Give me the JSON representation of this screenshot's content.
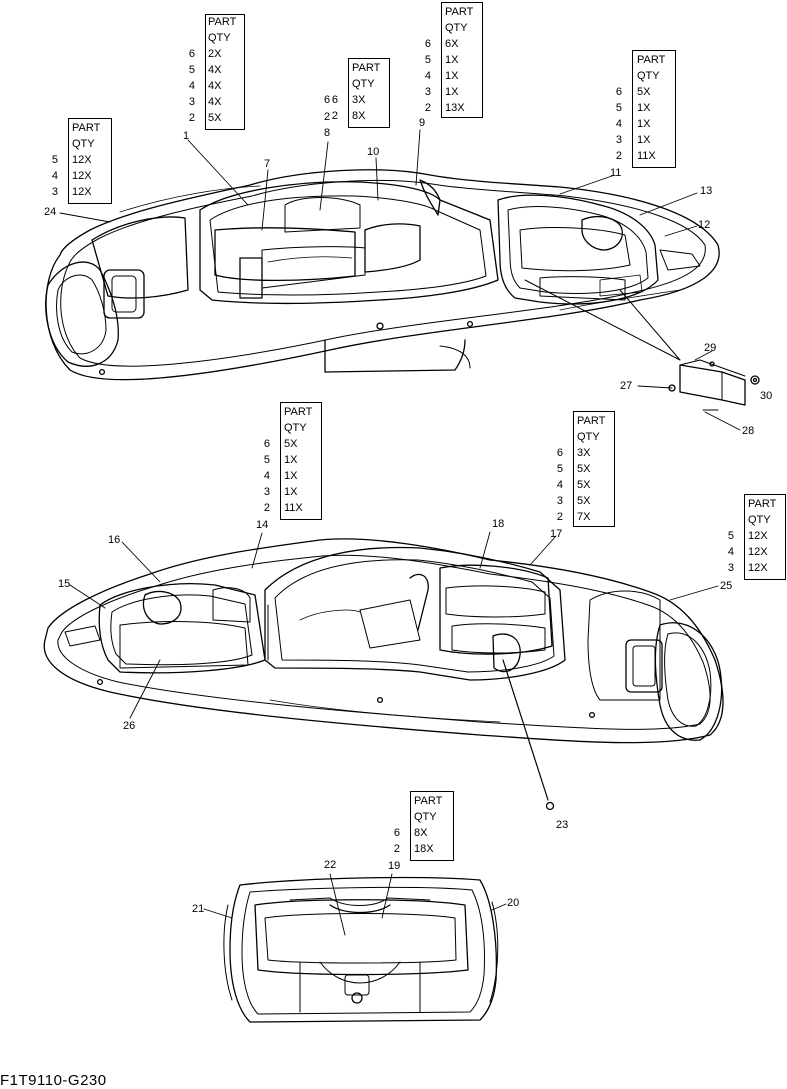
{
  "qty_tables": [
    {
      "header": [
        "PART",
        "QTY"
      ],
      "rows": [
        {
          "part": "6",
          "qty": "2X"
        },
        {
          "part": "5",
          "qty": "4X"
        },
        {
          "part": "4",
          "qty": "4X"
        },
        {
          "part": "3",
          "qty": "4X"
        },
        {
          "part": "2",
          "qty": "5X"
        }
      ]
    },
    {
      "header": [
        "PART",
        "QTY"
      ],
      "rows": [
        {
          "part": "6",
          "qty": "3X"
        },
        {
          "part": "2",
          "qty": "8X"
        }
      ]
    },
    {
      "header": [
        "PART",
        "QTY"
      ],
      "rows": [
        {
          "part": "6",
          "qty": "6X"
        },
        {
          "part": "5",
          "qty": "1X"
        },
        {
          "part": "4",
          "qty": "1X"
        },
        {
          "part": "3",
          "qty": "1X"
        },
        {
          "part": "2",
          "qty": "13X"
        }
      ]
    },
    {
      "header": [
        "PART",
        "QTY"
      ],
      "rows": [
        {
          "part": "6",
          "qty": "5X"
        },
        {
          "part": "5",
          "qty": "1X"
        },
        {
          "part": "4",
          "qty": "1X"
        },
        {
          "part": "3",
          "qty": "1X"
        },
        {
          "part": "2",
          "qty": "11X"
        }
      ]
    },
    {
      "header": [
        "PART",
        "QTY"
      ],
      "rows": [
        {
          "part": "5",
          "qty": "12X"
        },
        {
          "part": "4",
          "qty": "12X"
        },
        {
          "part": "3",
          "qty": "12X"
        }
      ]
    },
    {
      "header": [
        "PART",
        "QTY"
      ],
      "rows": [
        {
          "part": "6",
          "qty": "5X"
        },
        {
          "part": "5",
          "qty": "1X"
        },
        {
          "part": "4",
          "qty": "1X"
        },
        {
          "part": "3",
          "qty": "1X"
        },
        {
          "part": "2",
          "qty": "11X"
        }
      ]
    },
    {
      "header": [
        "PART",
        "QTY"
      ],
      "rows": [
        {
          "part": "6",
          "qty": "3X"
        },
        {
          "part": "5",
          "qty": "5X"
        },
        {
          "part": "4",
          "qty": "5X"
        },
        {
          "part": "3",
          "qty": "5X"
        },
        {
          "part": "2",
          "qty": "7X"
        }
      ]
    },
    {
      "header": [
        "PART",
        "QTY"
      ],
      "rows": [
        {
          "part": "5",
          "qty": "12X"
        },
        {
          "part": "4",
          "qty": "12X"
        },
        {
          "part": "3",
          "qty": "12X"
        }
      ]
    },
    {
      "header": [
        "PART",
        "QTY"
      ],
      "rows": [
        {
          "part": "6",
          "qty": "8X"
        },
        {
          "part": "2",
          "qty": "18X"
        }
      ]
    }
  ],
  "callouts": [
    "1",
    "6",
    "2",
    "8",
    "7",
    "10",
    "9",
    "11",
    "13",
    "12",
    "24",
    "29",
    "27",
    "30",
    "28",
    "14",
    "16",
    "15",
    "18",
    "17",
    "25",
    "26",
    "23",
    "22",
    "19",
    "21",
    "20"
  ],
  "footer_code": "F1T9110-G230"
}
